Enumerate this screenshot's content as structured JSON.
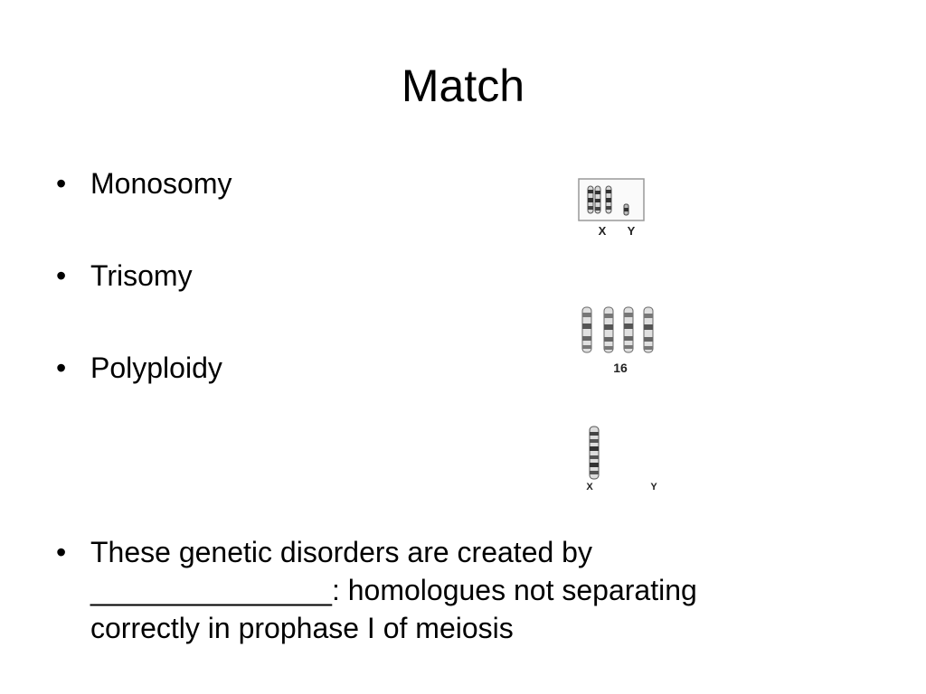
{
  "slide": {
    "title": "Match",
    "bullet_symbol": "•",
    "bullets": [
      {
        "text": "Monosomy"
      },
      {
        "text": "Trisomy"
      },
      {
        "text": "Polyploidy"
      },
      {
        "text": "These genetic disorders are created by\n_______________: homologues not separating\ncorrectly in prophase I of meiosis"
      }
    ]
  },
  "images": [
    {
      "labels": [
        "X",
        "Y"
      ]
    },
    {
      "labels": [
        "16"
      ]
    },
    {
      "labels": [
        "X",
        "Y"
      ]
    }
  ]
}
